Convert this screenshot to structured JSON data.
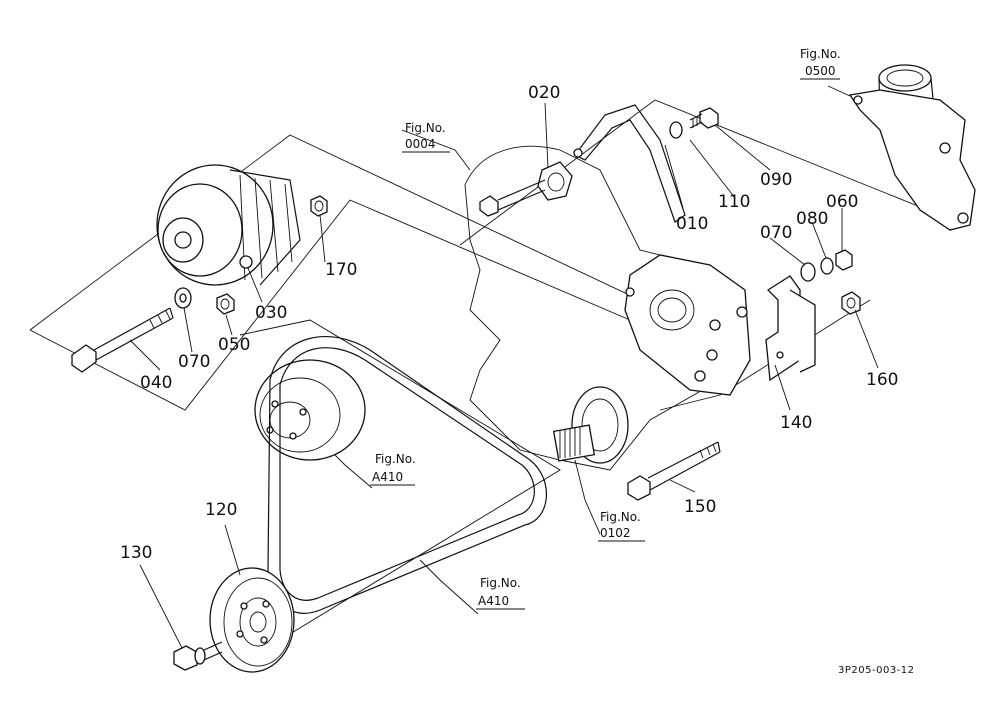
{
  "drawing_code": "3P205-003-12",
  "figure_refs": [
    {
      "id": "fig-0500",
      "prefix": "Fig.No.",
      "number": "0500"
    },
    {
      "id": "fig-0004",
      "prefix": "Fig.No.",
      "number": "0004"
    },
    {
      "id": "fig-a410-top",
      "prefix": "Fig.No.",
      "number": "A410"
    },
    {
      "id": "fig-0102",
      "prefix": "Fig.No.",
      "number": "0102"
    },
    {
      "id": "fig-a410-bottom",
      "prefix": "Fig.No.",
      "number": "A410"
    }
  ],
  "part_labels": [
    "010",
    "020",
    "030",
    "040",
    "050",
    "060",
    "070",
    "080",
    "090",
    "110",
    "120",
    "130",
    "140",
    "150",
    "160",
    "170",
    "070"
  ]
}
